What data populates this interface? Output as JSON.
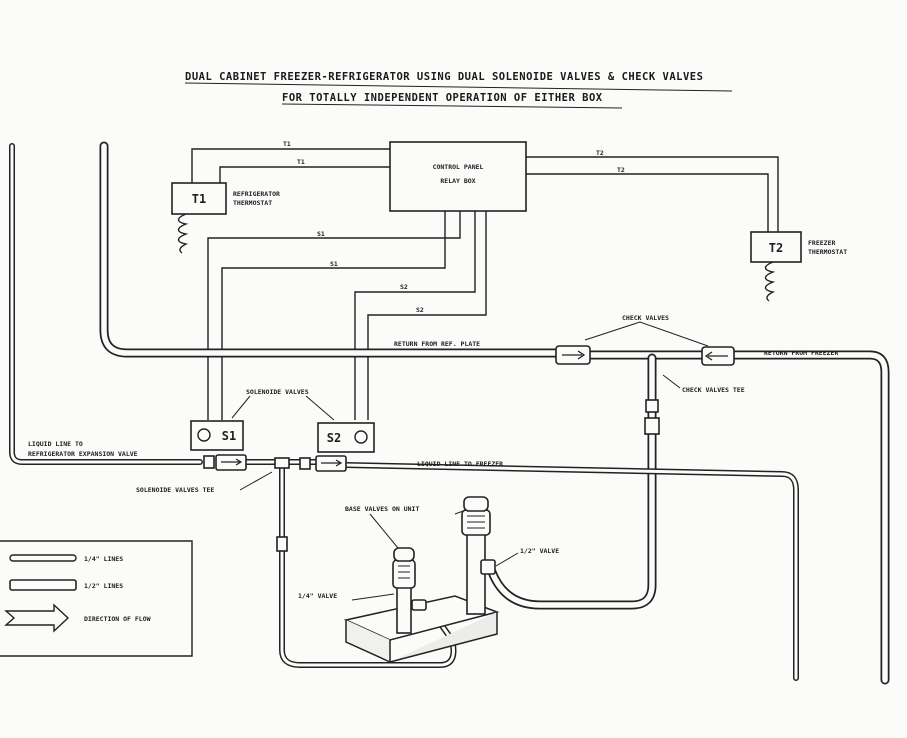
{
  "title": {
    "line1": "DUAL CABINET FREEZER-REFRIGERATOR USING DUAL SOLENOIDE VALVES & CHECK VALVES",
    "line2": "FOR TOTALLY INDEPENDENT OPERATION OF EITHER BOX"
  },
  "control_panel": {
    "line1": "CONTROL PANEL",
    "line2": "RELAY BOX"
  },
  "thermostats": {
    "t1": {
      "tag": "T1",
      "line1": "REFRIGERATOR",
      "line2": "THERMOSTAT"
    },
    "t2": {
      "tag": "T2",
      "line1": "FREEZER",
      "line2": "THERMOSTAT"
    }
  },
  "wire_labels": {
    "t1a": "T1",
    "t1b": "T1",
    "t2a": "T2",
    "t2b": "T2",
    "s1a": "S1",
    "s1b": "S1",
    "s2a": "S2",
    "s2b": "S2"
  },
  "solenoids": {
    "s1": "S1",
    "s2": "S2",
    "label": "SOLENOIDE VALVES"
  },
  "labels": {
    "check_valves": "CHECK VALVES",
    "check_valves_tee": "CHECK VALVES TEE",
    "return_ref": "RETURN FROM REF. PLATE",
    "return_freezer": "RETURN FROM FREEZER",
    "liquid_ref_1": "LIQUID LINE TO",
    "liquid_ref_2": "REFRIGERATOR EXPANSION VALVE",
    "liquid_freezer": "LIQUID LINE TO FREEZER",
    "solenoid_tee": "SOLENOIDE VALVES TEE",
    "base_valves": "BASE VALVES ON UNIT",
    "valve_quarter": "1/4\" VALVE",
    "valve_half": "1/2\" VALVE"
  },
  "legend": {
    "items": [
      {
        "text": "1/4\" LINES",
        "symbol": "thin-pipe"
      },
      {
        "text": "1/2\" LINES",
        "symbol": "thick-pipe"
      },
      {
        "text": "DIRECTION OF FLOW",
        "symbol": "flow-arrow-icon"
      }
    ]
  }
}
